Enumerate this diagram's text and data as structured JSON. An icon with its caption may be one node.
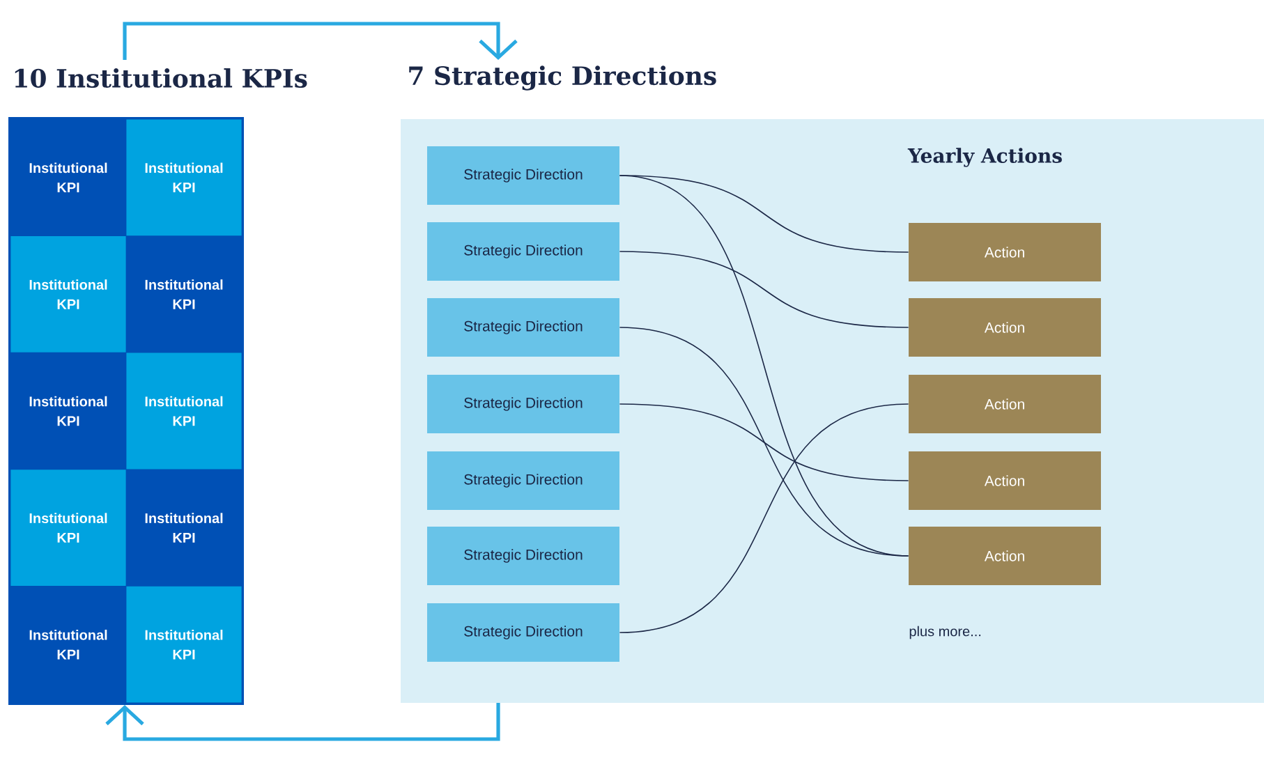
{
  "diagram": {
    "nodes": [
      {
        "text": [
          "10 Institutional KPIs"
        ]
      },
      {
        "text": [
          "Institutional KPI"
        ],
        "in": 0
      },
      {
        "text": [
          "Institutional KPI"
        ],
        "in": 0
      },
      {
        "text": [
          "Institutional KPI"
        ],
        "in": 0
      },
      {
        "text": [
          "Institutional KPI"
        ],
        "in": 0
      },
      {
        "text": [
          "Institutional KPI"
        ],
        "in": 0
      },
      {
        "text": [
          "Institutional KPI"
        ],
        "in": 0
      },
      {
        "text": [
          "Institutional KPI"
        ],
        "in": 0
      },
      {
        "text": [
          "Institutional KPI"
        ],
        "in": 0
      },
      {
        "text": [
          "Institutional KPI"
        ],
        "in": 0
      },
      {
        "text": [
          "Institutional KPI"
        ],
        "in": 0
      },
      {
        "text": [
          "7 Strategic Directions"
        ]
      },
      {
        "text": [
          "Strategic Direction"
        ],
        "in": 11
      },
      {
        "text": [
          "Strategic Direction"
        ],
        "in": 11
      },
      {
        "text": [
          "Strategic Direction"
        ],
        "in": 11
      },
      {
        "text": [
          "Strategic Direction"
        ],
        "in": 11
      },
      {
        "text": [
          "Strategic Direction"
        ],
        "in": 11
      },
      {
        "text": [
          "Strategic Direction"
        ],
        "in": 11
      },
      {
        "text": [
          "Strategic Direction"
        ],
        "in": 11
      },
      {
        "text": [
          "Action"
        ],
        "in": 11
      },
      {
        "text": [
          "Action"
        ],
        "in": 11
      },
      {
        "text": [
          "Action"
        ],
        "in": 11
      },
      {
        "text": [
          "Action"
        ],
        "in": 11
      },
      {
        "text": [
          "Action"
        ],
        "in": 11
      }
    ],
    "edges": [
      {
        "from": 0,
        "to": 11,
        "arrow": "to",
        "style": "thick",
        "color": "#29a9e1"
      },
      {
        "from": 11,
        "to": 0,
        "arrow": "to",
        "style": "thick",
        "color": "#29a9e1"
      },
      {
        "from": 12,
        "to": 19,
        "arrow": "none"
      },
      {
        "from": 12,
        "to": 23,
        "arrow": "none"
      },
      {
        "from": 13,
        "to": 20,
        "arrow": "none"
      },
      {
        "from": 14,
        "to": 23,
        "arrow": "none"
      },
      {
        "from": 15,
        "to": 22,
        "arrow": "none"
      },
      {
        "from": 18,
        "to": 21,
        "arrow": "none"
      }
    ],
    "labels": [
      "Yearly Actions",
      "plus more..."
    ]
  }
}
